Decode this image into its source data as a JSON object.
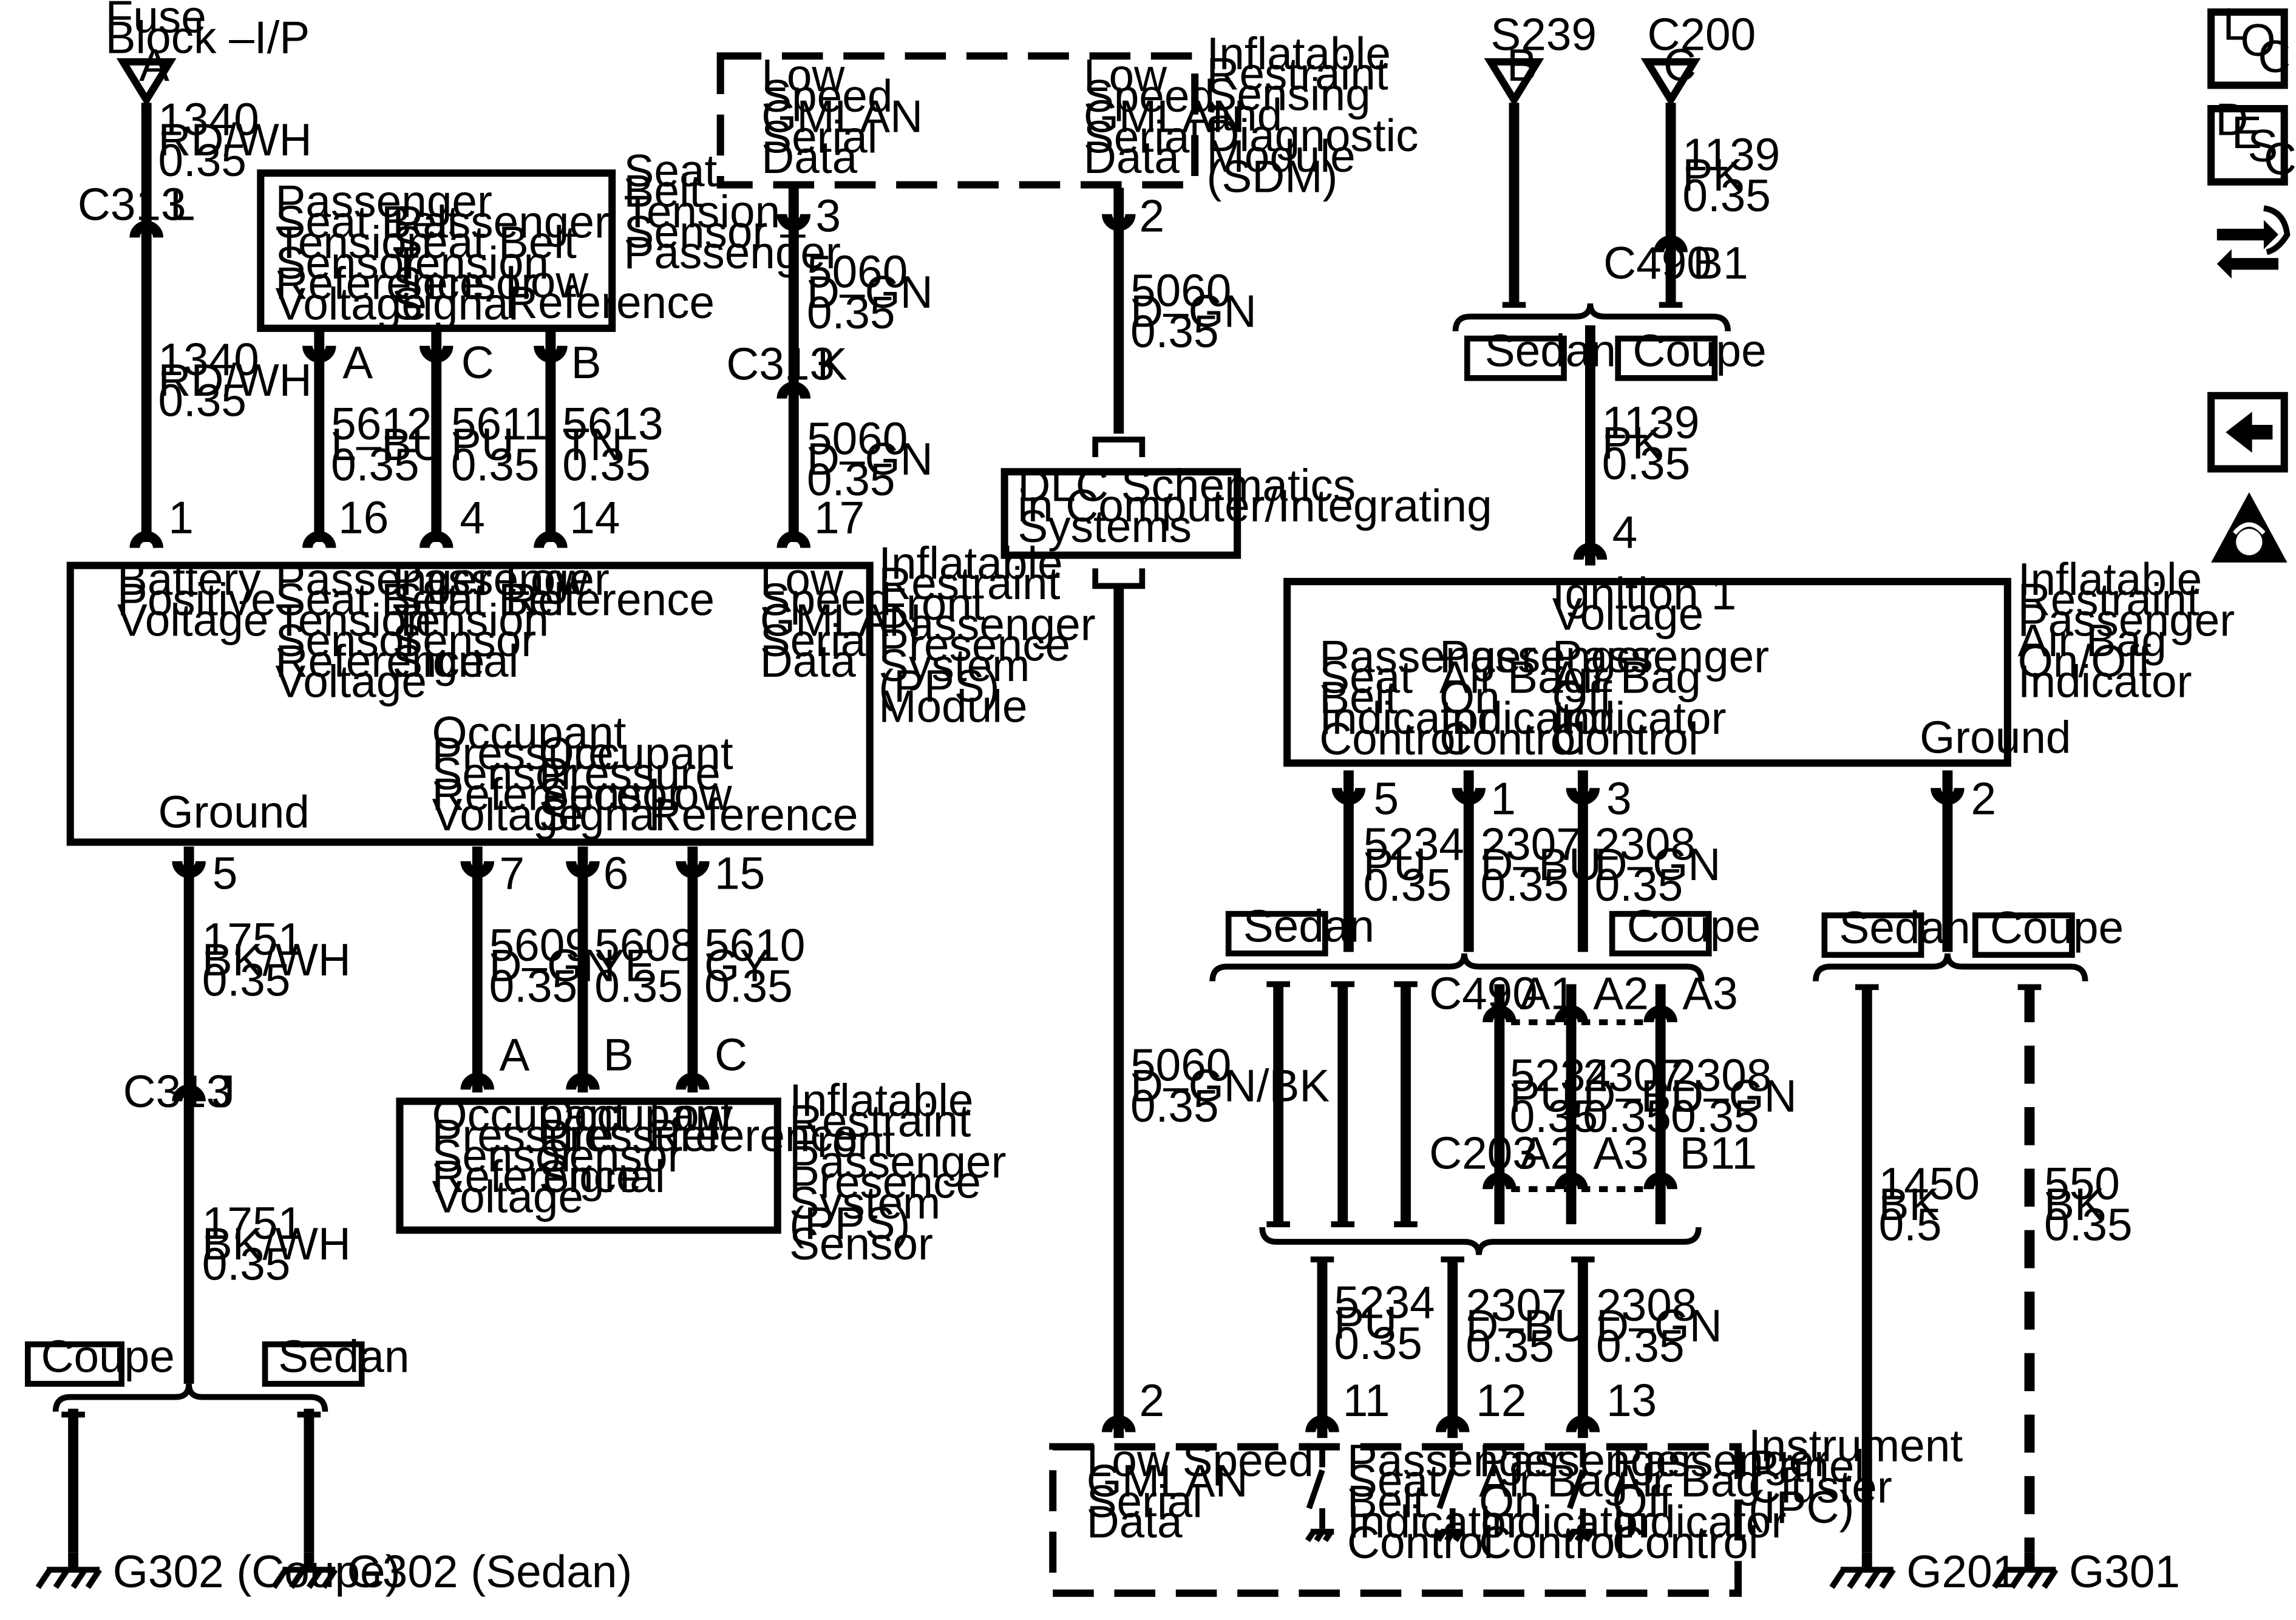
{
  "sources": {
    "fuse_block": [
      "Fuse",
      "Block –I/P"
    ],
    "fuse_letter": "A",
    "s239": "S239",
    "s239_letter": "B",
    "c200": "C200",
    "c200_letter": "C"
  },
  "sdm": {
    "name": [
      "Inflatable",
      "Restraint",
      "Sensing",
      "and",
      "Diagnostic",
      "Module",
      "(SDM)"
    ],
    "pin_left_label": [
      "Low",
      "Speed",
      "GMLAN",
      "Serial",
      "Data"
    ],
    "pin_right_label": [
      "Low",
      "Speed",
      "GMLAN",
      "Serial",
      "Data"
    ],
    "pin_left": "3",
    "pin_right": "2"
  },
  "seat_belt_sensor": {
    "name": [
      "Seat",
      "Belt",
      "Tension",
      "Sensor –",
      "Passenger"
    ],
    "pin1_label": [
      "Passenger",
      "Seat Belt",
      "Tension",
      "Sensor",
      "Reference",
      "Voltage"
    ],
    "pin2_label": [
      "Passenger",
      "Seat Belt",
      "Tension",
      "Sensor",
      "Signal"
    ],
    "pin3_label": [
      "Low",
      "Reference"
    ],
    "pin1": "A",
    "pin2": "C",
    "pin3": "B"
  },
  "pps_module": {
    "name": [
      "Inflatable",
      "Restraint",
      "Front",
      "Passenger",
      "Presence",
      "System",
      "(PPS)",
      "Module"
    ],
    "battery_label": [
      "Battery",
      "Positive",
      "Voltage"
    ],
    "sbt_ref_label": [
      "Passenger",
      "Seat Belt",
      "Tension",
      "Sensor",
      "Reference",
      "Voltage"
    ],
    "sbt_sig_label": [
      "Passenger",
      "Seat Belt",
      "Tension",
      "Sensor",
      "Signal"
    ],
    "low_ref_label": [
      "Low",
      "Reference"
    ],
    "gmlan_label": [
      "Low",
      "Speed",
      "GMLAN",
      "Serial",
      "Data"
    ],
    "ground_label": "Ground",
    "ops_ref_label": [
      "Occupant",
      "Pressure",
      "Sensor",
      "Reference",
      "Voltage"
    ],
    "ops_sig_label": [
      "Occupant",
      "Pressure",
      "Sensor",
      "Signal"
    ],
    "ops_low_label": [
      "Low",
      "Reference"
    ],
    "pins_top": [
      "1",
      "16",
      "4",
      "14",
      "17"
    ],
    "pins_bottom": [
      "5",
      "7",
      "6",
      "15"
    ]
  },
  "pps_sensor": {
    "name": [
      "Inflatable",
      "Restraint",
      "Front",
      "Passenger",
      "Presence",
      "System",
      "(PPS)",
      "Sensor"
    ],
    "pin1_label": [
      "Occupant",
      "Pressure",
      "Sensor",
      "Reference",
      "Voltage"
    ],
    "pin2_label": [
      "Occupant",
      "Pressure",
      "Sensor",
      "Signal"
    ],
    "pin3_label": [
      "Low",
      "Reference"
    ],
    "pins": [
      "A",
      "B",
      "C"
    ]
  },
  "dlc": {
    "label": [
      "DLC Schematics",
      "in Computer/Integrating",
      "Systems"
    ]
  },
  "indicator": {
    "name": [
      "Inflatable",
      "Restraint",
      "Passenger",
      "Air Bag",
      "On/Off",
      "Indicator"
    ],
    "ignition_label": [
      "Ignition 1",
      "Voltage"
    ],
    "seat_label": [
      "Passenger",
      "Seat",
      "Belt",
      "Indicator",
      "Control"
    ],
    "on_label": [
      "Passenger",
      "Air Bag",
      "On",
      "Indicator",
      "Control"
    ],
    "off_label": [
      "Passenger",
      "Air Bag",
      "Off",
      "Indicator",
      "Control"
    ],
    "ground_label": "Ground",
    "pins": [
      "4",
      "5",
      "1",
      "3",
      "2"
    ]
  },
  "ipc": {
    "name": [
      "Instrument",
      "Panel",
      "Cluster",
      "(IPC)"
    ],
    "gmlan_label": [
      "Low Speed",
      "GMLAN",
      "Serial",
      "Data"
    ],
    "seat_label": [
      "Passenger",
      "Seat",
      "Belt",
      "Indicator",
      "Control"
    ],
    "on_label": [
      "Passenger",
      "Air Bag",
      "On",
      "Indicator",
      "Control"
    ],
    "off_label": [
      "Passenger",
      "Air Bag",
      "Off",
      "Indicator",
      "Control"
    ],
    "pins": [
      "2",
      "11",
      "12",
      "13"
    ]
  },
  "wires": {
    "w1340a": [
      "1340",
      "RD/WH",
      "0.35"
    ],
    "w1340b": [
      "1340",
      "RD/WH",
      "0.35"
    ],
    "w5612": [
      "5612",
      "L–BU",
      "0.35"
    ],
    "w5611": [
      "5611",
      "PU",
      "0.35"
    ],
    "w5613": [
      "5613",
      "TN",
      "0.35"
    ],
    "w5060a": [
      "5060",
      "D–GN",
      "0.35"
    ],
    "w5060b": [
      "5060",
      "D–GN",
      "0.35"
    ],
    "w5060c": [
      "5060",
      "D–GN",
      "0.35"
    ],
    "w5060d": [
      "5060",
      "D–GN/BK",
      "0.35"
    ],
    "w1751a": [
      "1751",
      "BK/WH",
      "0.35"
    ],
    "w1751b": [
      "1751",
      "BK/WH",
      "0.35"
    ],
    "w5609": [
      "5609",
      "D–GN",
      "0.35"
    ],
    "w5608": [
      "5608",
      "YE",
      "0.35"
    ],
    "w5610": [
      "5610",
      "GY",
      "0.35"
    ],
    "w1139a": [
      "1139",
      "PK",
      "0.35"
    ],
    "w1139b": [
      "1139",
      "PK",
      "0.35"
    ],
    "w5234a": [
      "5234",
      "PU",
      "0.35"
    ],
    "w2307a": [
      "2307",
      "D–BU",
      "0.35"
    ],
    "w2308a": [
      "2308",
      "D–GN",
      "0.35"
    ],
    "w5234b": [
      "5234",
      "PU",
      "0.35"
    ],
    "w2307b": [
      "2307",
      "D–BU",
      "0.35"
    ],
    "w2308b": [
      "2308",
      "D–GN",
      "0.35"
    ],
    "w5234c": [
      "5234",
      "PU",
      "0.35"
    ],
    "w2307c": [
      "2307",
      "D–BU",
      "0.35"
    ],
    "w2308c": [
      "2308",
      "D–GN",
      "0.35"
    ],
    "w1450": [
      "1450",
      "BK",
      "0.5"
    ],
    "w550": [
      "550",
      "BK",
      "0.35"
    ]
  },
  "connectors": {
    "c313_l": [
      "C313",
      "L"
    ],
    "c313_k": [
      "C313",
      "K"
    ],
    "c313_j": [
      "C313",
      "J"
    ],
    "c490_b1": [
      "C490",
      "B1"
    ],
    "c490": "C490",
    "c490_pins": [
      "A1",
      "A2",
      "A3"
    ],
    "c203": "C203",
    "c203_pins": [
      "A2",
      "A3",
      "B11"
    ]
  },
  "options": {
    "coupe_left": "Coupe",
    "sedan_left": "Sedan",
    "sedan_top": "Sedan",
    "coupe_top": "Coupe",
    "sedan_mid": "Sedan",
    "coupe_mid": "Coupe",
    "sedan_right": "Sedan",
    "coupe_right": "Coupe"
  },
  "grounds": {
    "g302_coupe": "G302 (Coupe)",
    "g302_sedan": "G302 (Sedan)",
    "g201": "G201",
    "g301": "G301"
  },
  "nav": {
    "loc": [
      "L",
      "O",
      "C"
    ],
    "desc": [
      "D",
      "E",
      "S",
      "C"
    ],
    "loc_icon": "loc-icon",
    "desc_icon": "desc-icon",
    "connector_icon": "connector-tool-icon",
    "back_icon": "back-arrow-icon",
    "warning_icon": "airbag-warning-icon"
  }
}
